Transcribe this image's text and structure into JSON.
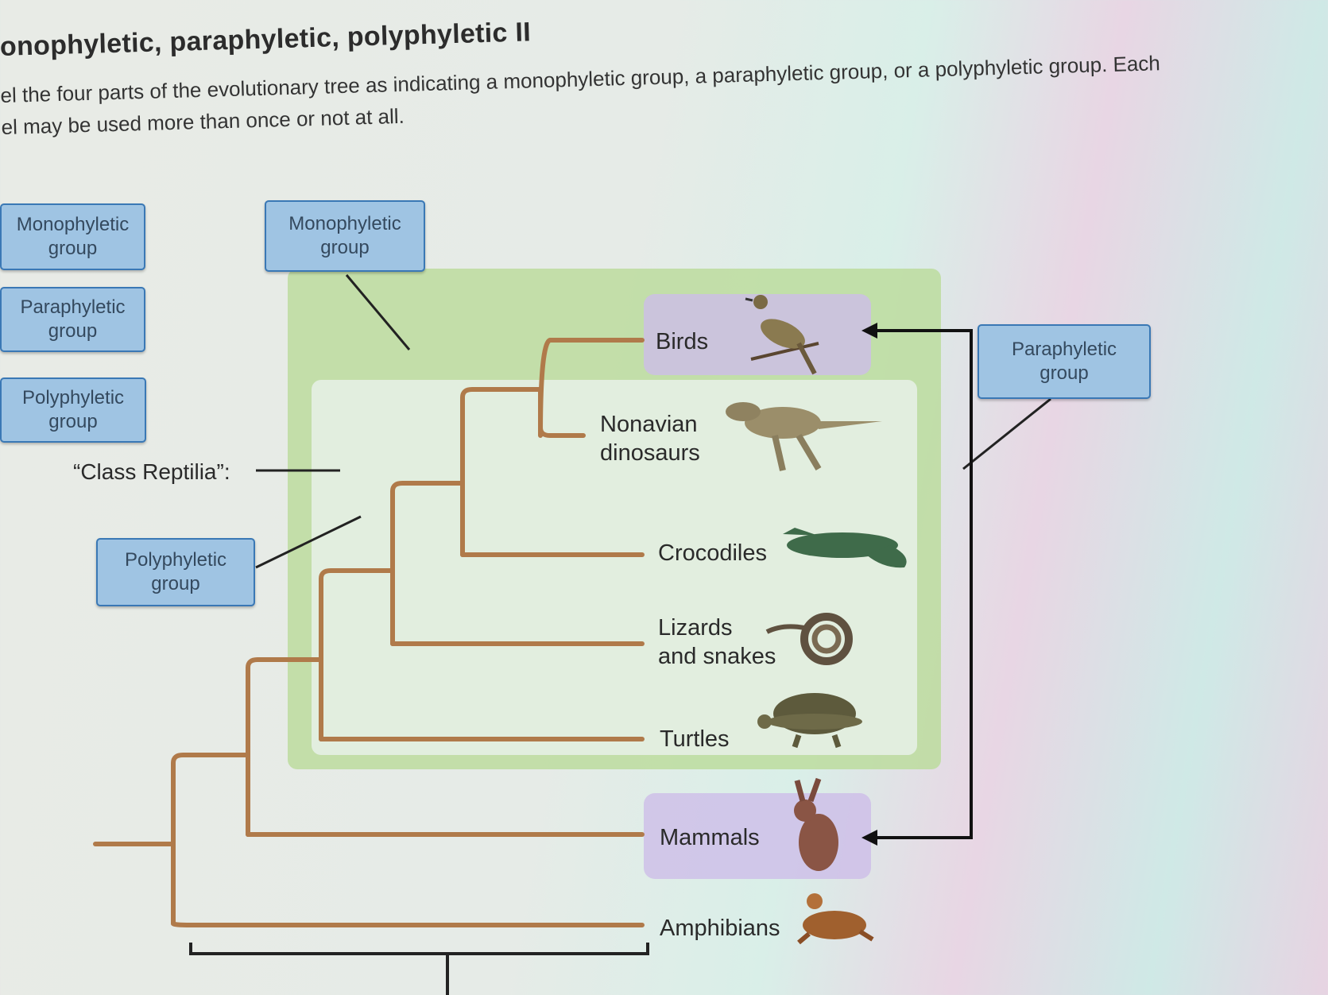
{
  "title": "onophyletic, paraphyletic, polyphyletic II",
  "instructions": {
    "line1": "el the four parts of the evolutionary tree as indicating a monophyletic group, a paraphyletic group, or a polyphyletic group. Each",
    "line2": "el may be used more than once or not at all."
  },
  "label_bank": [
    {
      "id": "bank-monophyletic",
      "line1": "Monophyletic",
      "line2": "group"
    },
    {
      "id": "bank-paraphyletic",
      "line1": "Paraphyletic",
      "line2": "group"
    },
    {
      "id": "bank-polyphyletic",
      "line1": "Polyphyletic",
      "line2": "group"
    }
  ],
  "placed_labels": {
    "top": {
      "line1": "Monophyletic",
      "line2": "group"
    },
    "right": {
      "line1": "Paraphyletic",
      "line2": "group"
    },
    "left": {
      "line1": "Polyphyletic",
      "line2": "group"
    }
  },
  "class_reptilia_label": "“Class Reptilia”:",
  "taxa": {
    "birds": "Birds",
    "nonavian_line1": "Nonavian",
    "nonavian_line2": "dinosaurs",
    "crocodiles": "Crocodiles",
    "lizards_line1": "Lizards",
    "lizards_line2": "and snakes",
    "turtles": "Turtles",
    "mammals": "Mammals",
    "amphibians": "Amphibians"
  },
  "colors": {
    "branch": "#b07a4a",
    "label_fill": "#9fc4e3",
    "label_border": "#3a78b5",
    "outer_group": "#bcdc9e",
    "highlight": "#cdbde8"
  },
  "icons": [
    "bird-icon",
    "dinosaur-icon",
    "crocodile-icon",
    "snake-icon",
    "turtle-icon",
    "rabbit-icon",
    "frog-icon"
  ]
}
